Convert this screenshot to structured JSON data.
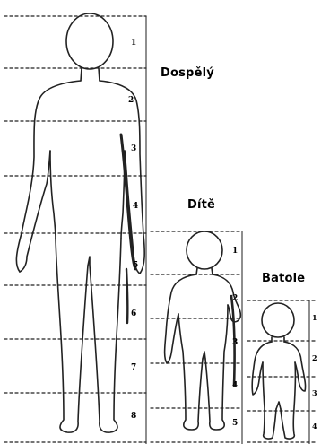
{
  "labels": {
    "adult": "Dospělý",
    "child": "Dítě",
    "toddler": "Batole"
  },
  "adult_scale": [
    "1",
    "2",
    "3",
    "4",
    "5",
    "6",
    "7",
    "8"
  ],
  "child_scale": [
    "1",
    "2",
    "3",
    "4",
    "5"
  ],
  "toddler_scale": [
    "1",
    "2",
    "3",
    "4"
  ]
}
